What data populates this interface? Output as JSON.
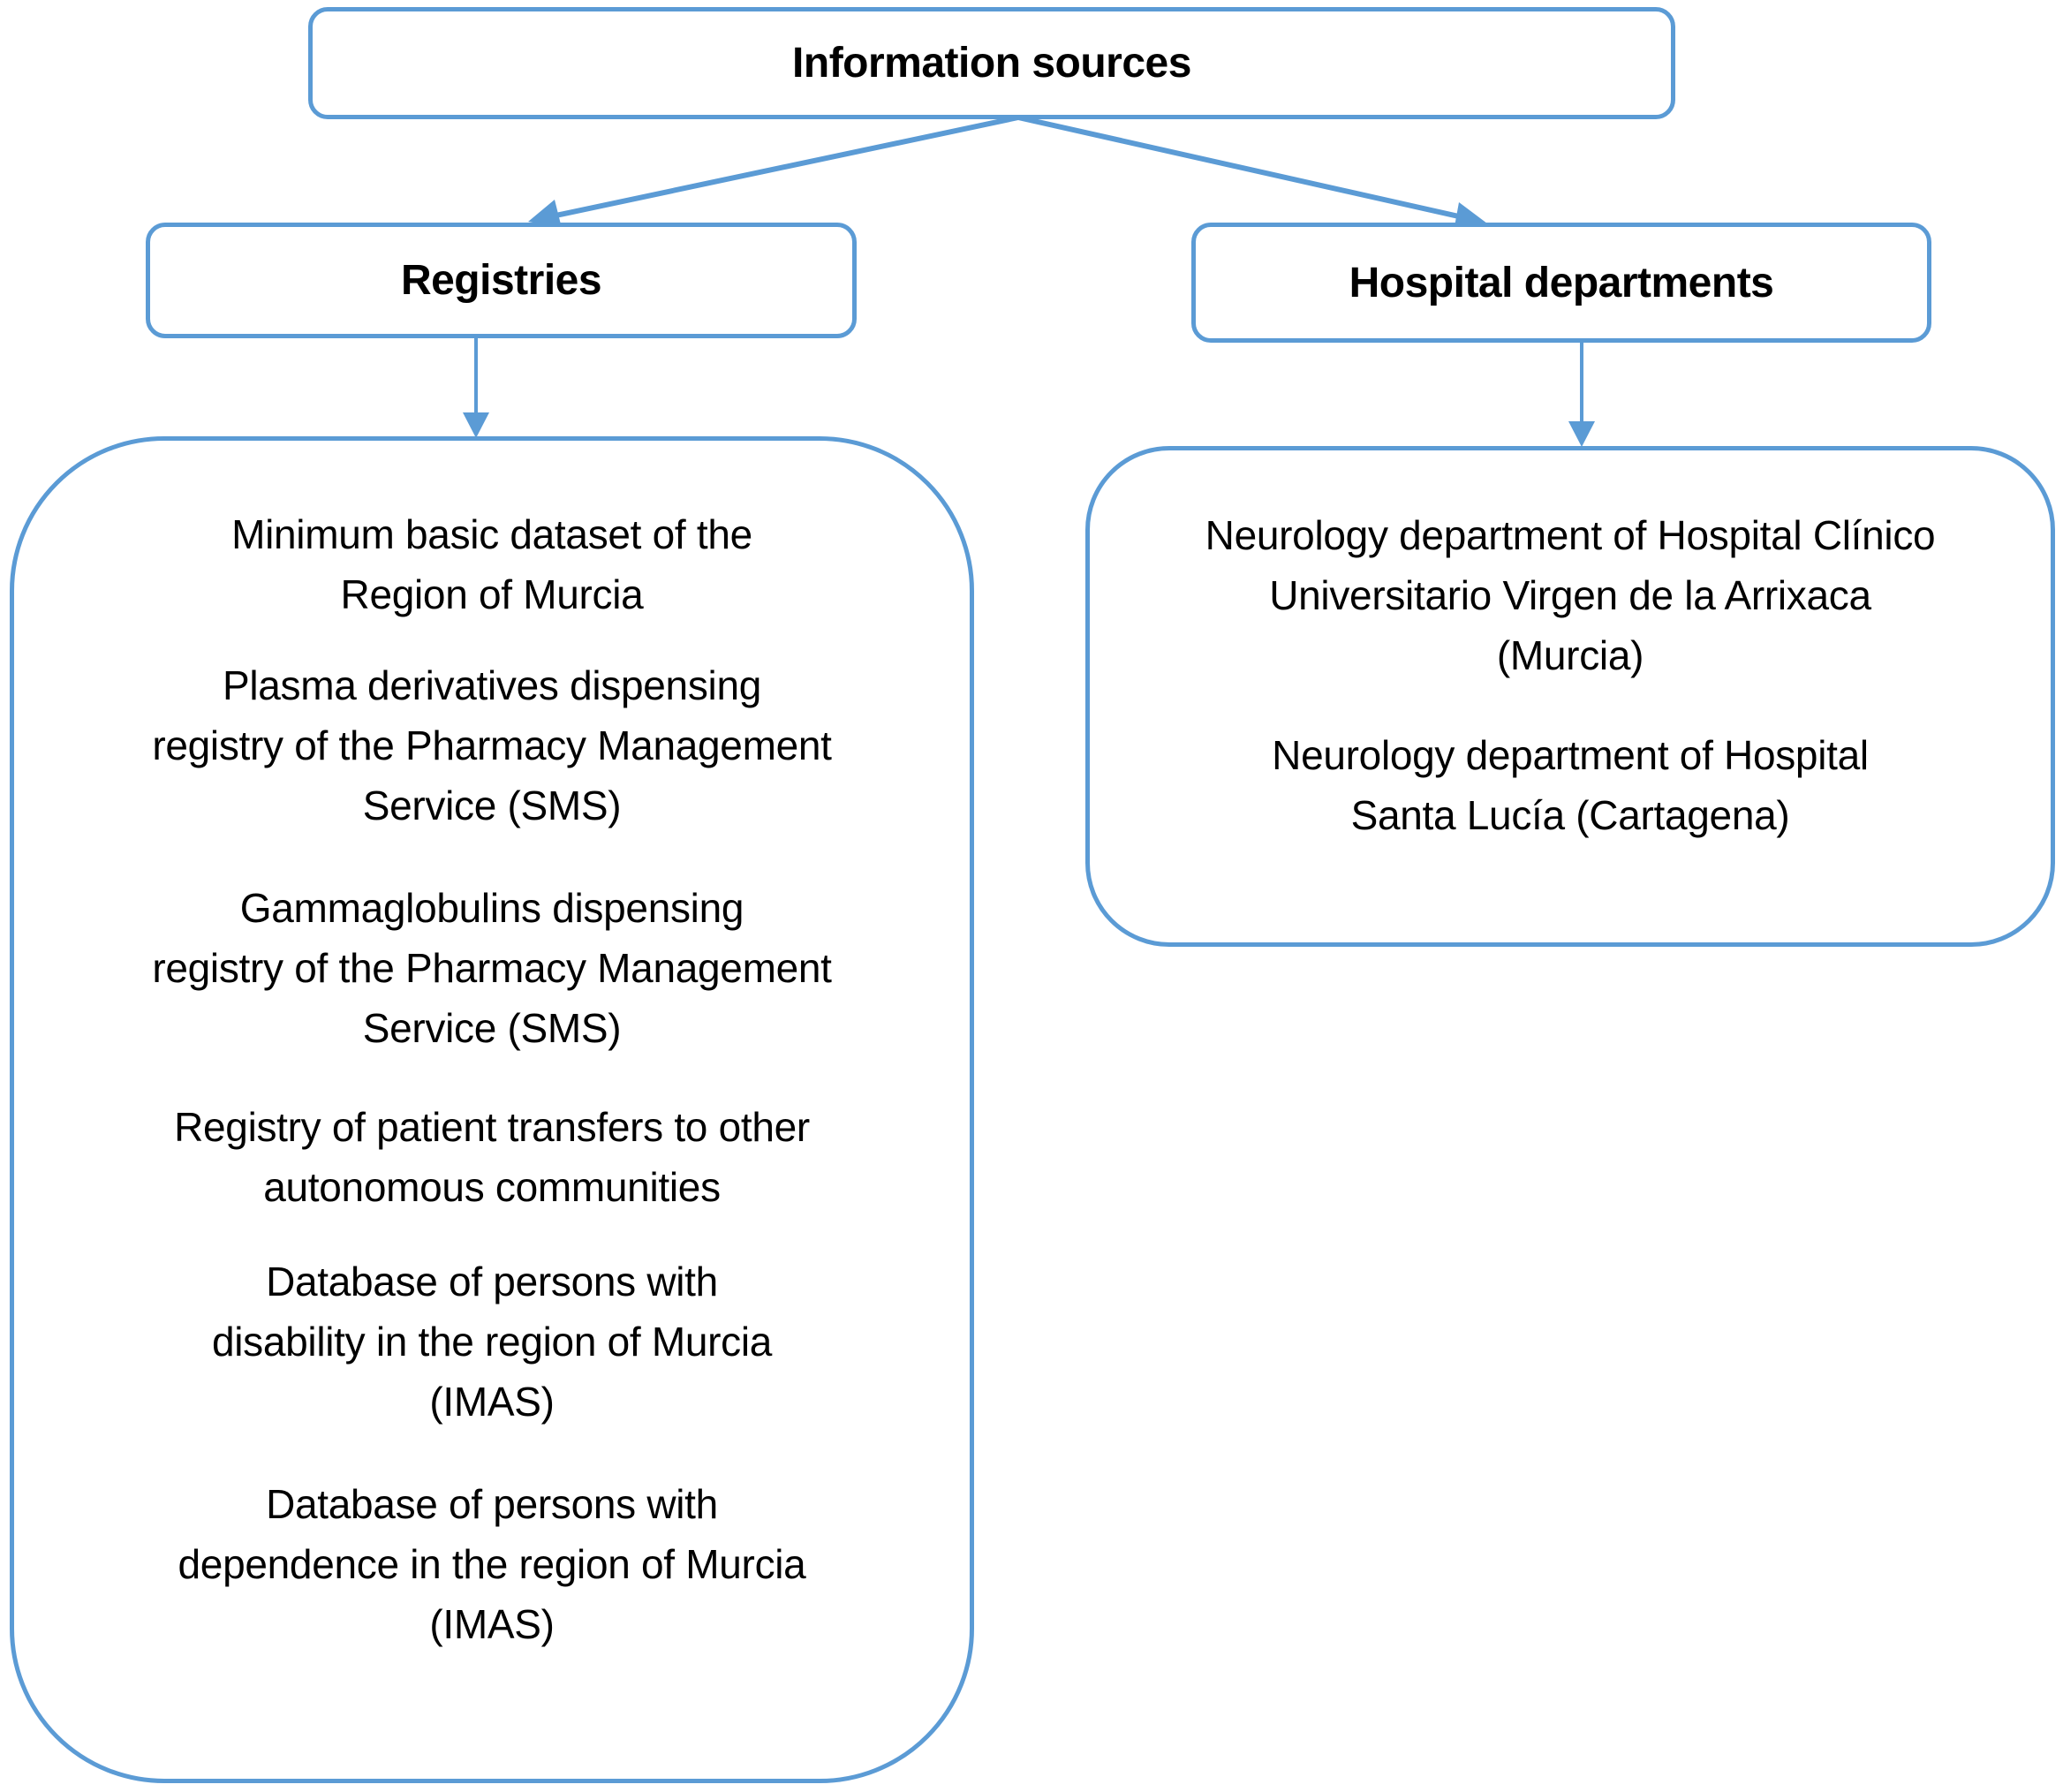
{
  "diagram": {
    "title": "Information sources",
    "colors": {
      "stroke": "#5B9BD5",
      "text": "#000000",
      "background": "#ffffff"
    },
    "branches": [
      {
        "label": "Registries",
        "items": [
          "Minimum basic dataset of the\nRegion of Murcia",
          "Plasma derivatives dispensing\nregistry of the Pharmacy Management\nService (SMS)",
          "Gammaglobulins dispensing\nregistry of the Pharmacy Management\nService (SMS)",
          "Registry of patient transfers to other\nautonomous communities",
          "Database of persons with\ndisability in the region of Murcia\n(IMAS)",
          "Database of persons with\ndependence in the region of Murcia\n(IMAS)"
        ]
      },
      {
        "label": "Hospital departments",
        "items": [
          "Neurology department of Hospital Clínico\nUniversitario Virgen de la Arrixaca\n(Murcia)",
          "Neurology department of Hospital\nSanta Lucía (Cartagena)"
        ]
      }
    ]
  }
}
